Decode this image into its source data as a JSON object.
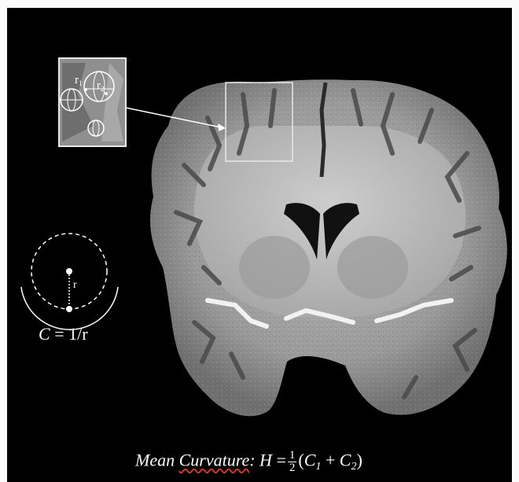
{
  "figure": {
    "circle_radius_label": "r",
    "inset_labels": {
      "r1": "r",
      "r1_sub": "1",
      "r2": "r",
      "r2_sub": "2"
    },
    "curvature_formula": {
      "lhs": "C",
      "rhs": "= 1/r"
    },
    "mean_curvature": {
      "label": "Mean",
      "label_word": "Curvature",
      "colon": ":",
      "H": "H",
      "equals": "=",
      "frac_num": "1",
      "frac_den": "2",
      "open": "(",
      "C1": "C",
      "C1_sub": "1",
      "plus": "+",
      "C2": "C",
      "C2_sub": "2",
      "close": ")"
    }
  },
  "colors": {
    "background": "#000000",
    "annotation": "#ffffff",
    "spellcheck_underline": "#c0392b"
  }
}
